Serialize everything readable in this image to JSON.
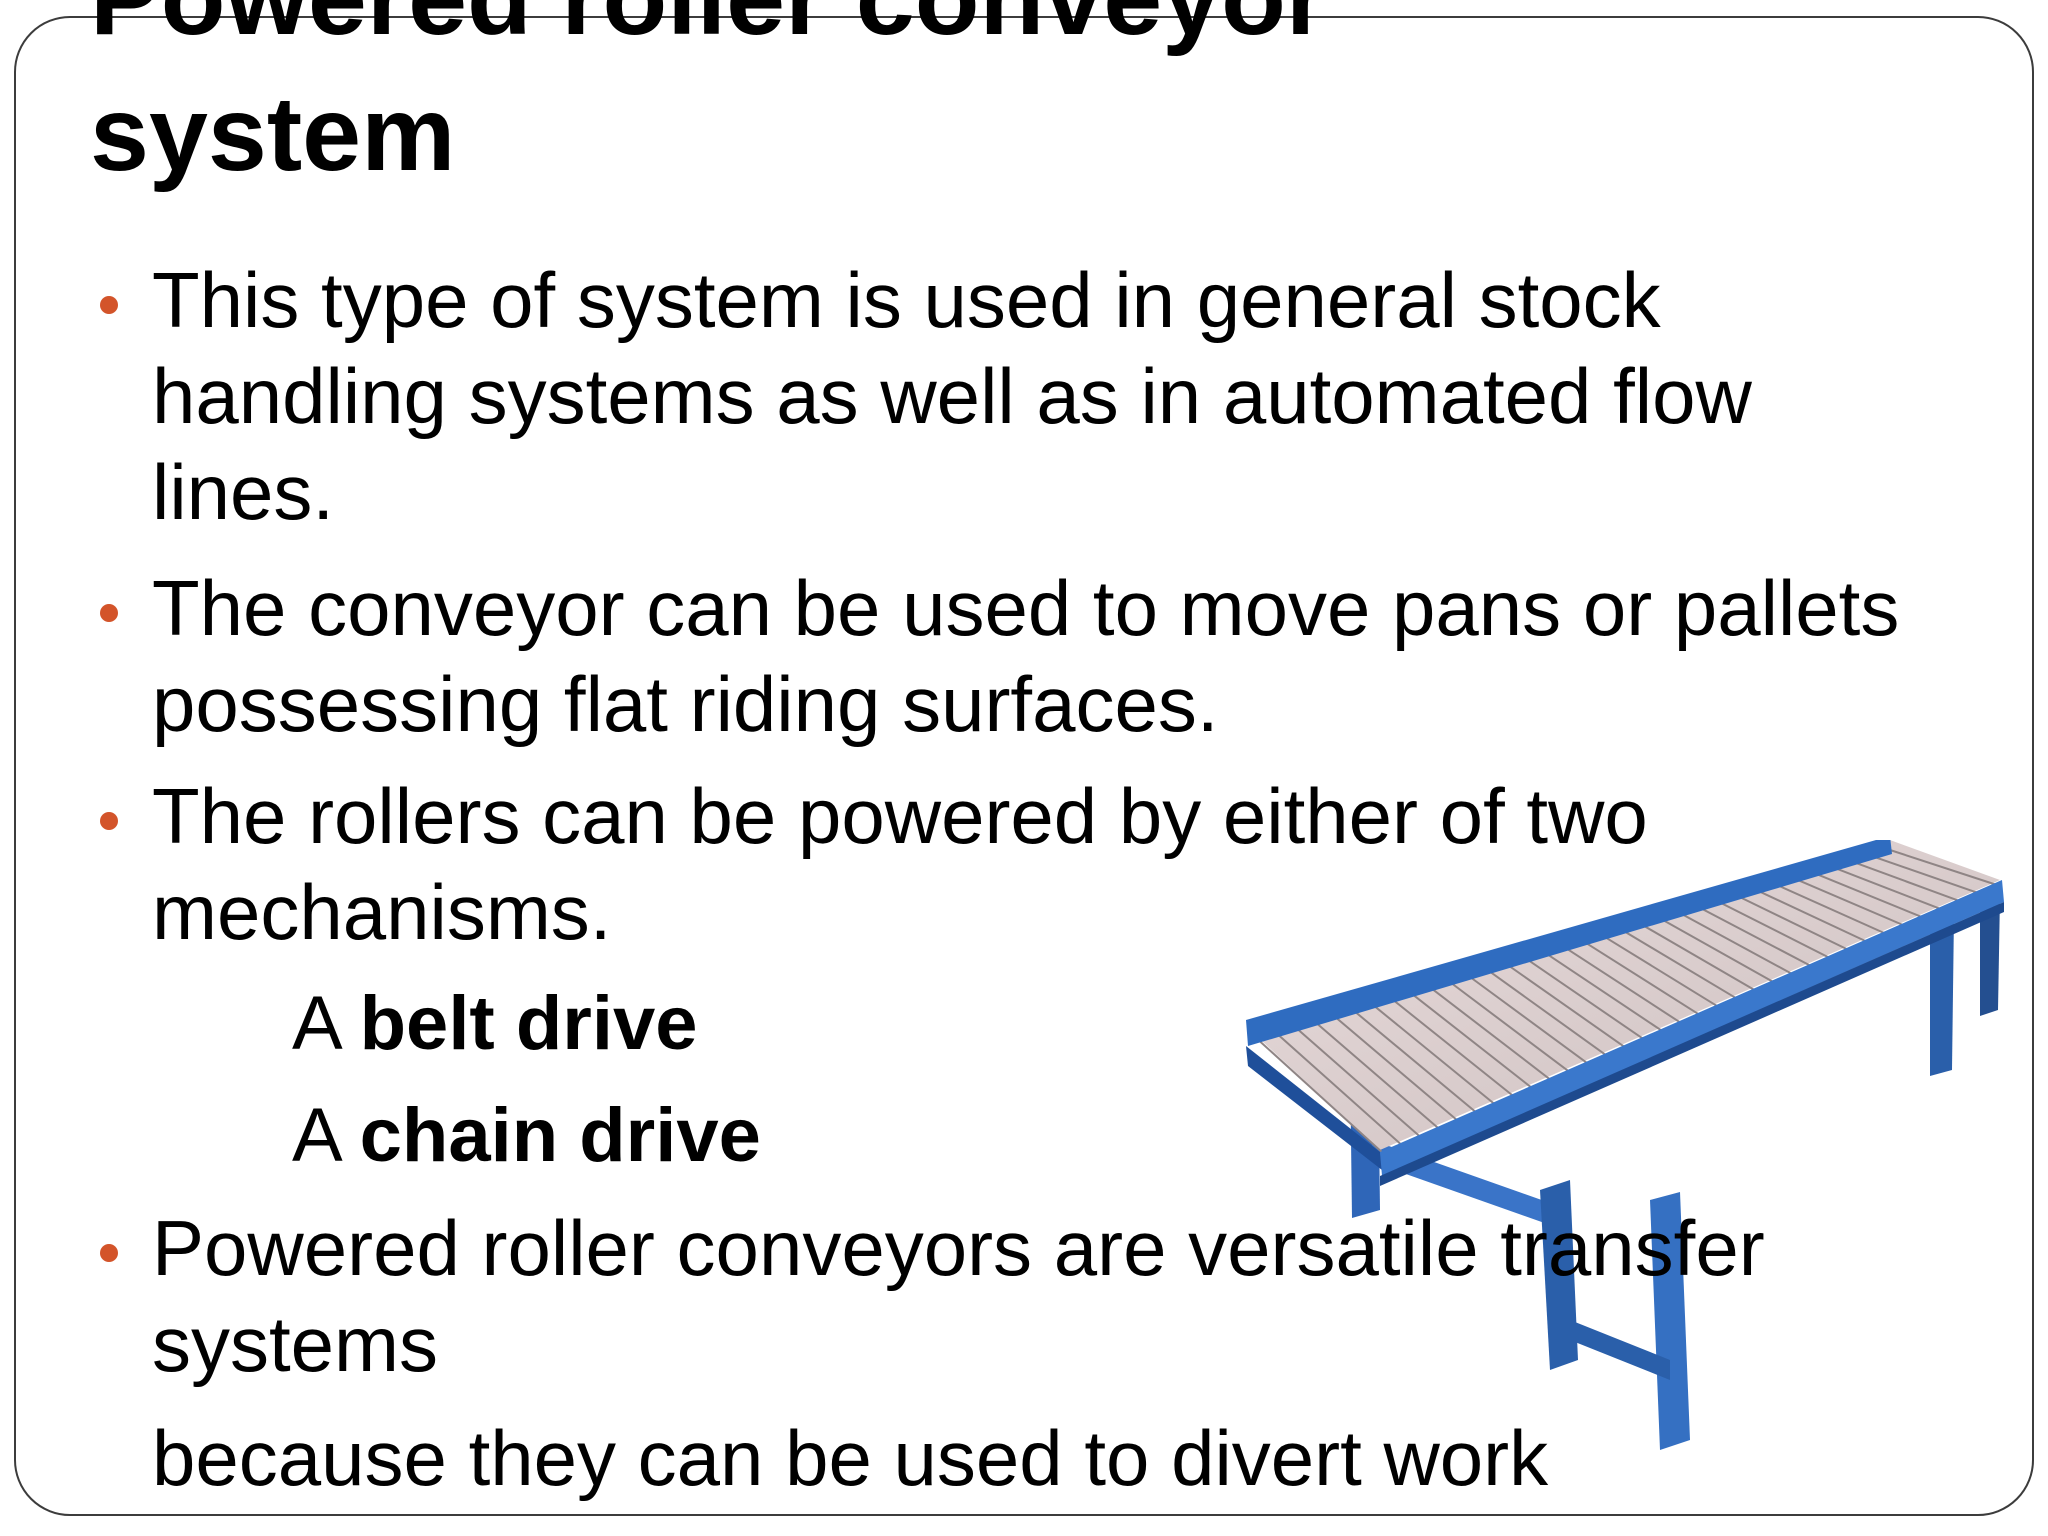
{
  "slide": {
    "title_lines": [
      "Powered roller conveyor",
      "system"
    ],
    "bullets": [
      {
        "lines": [
          "This type of system is used in general stock",
          "handling systems as well as in automated flow",
          "lines."
        ]
      },
      {
        "lines": [
          "The conveyor can be used to move pans or pallets",
          "possessing flat riding surfaces."
        ]
      },
      {
        "lines": [
          "The rollers can be powered by either of two",
          "mechanisms."
        ]
      },
      {
        "lines": [
          "Powered roller conveyors are versatile transfer",
          "systems"
        ]
      }
    ],
    "sub_items": [
      {
        "prefix": "A",
        "bold": "belt drive"
      },
      {
        "prefix": "A",
        "bold": "chain drive"
      }
    ],
    "continuation": "because they can be used to divert work",
    "accent_color": "#d3542a",
    "image_subject": "roller-conveyor"
  }
}
